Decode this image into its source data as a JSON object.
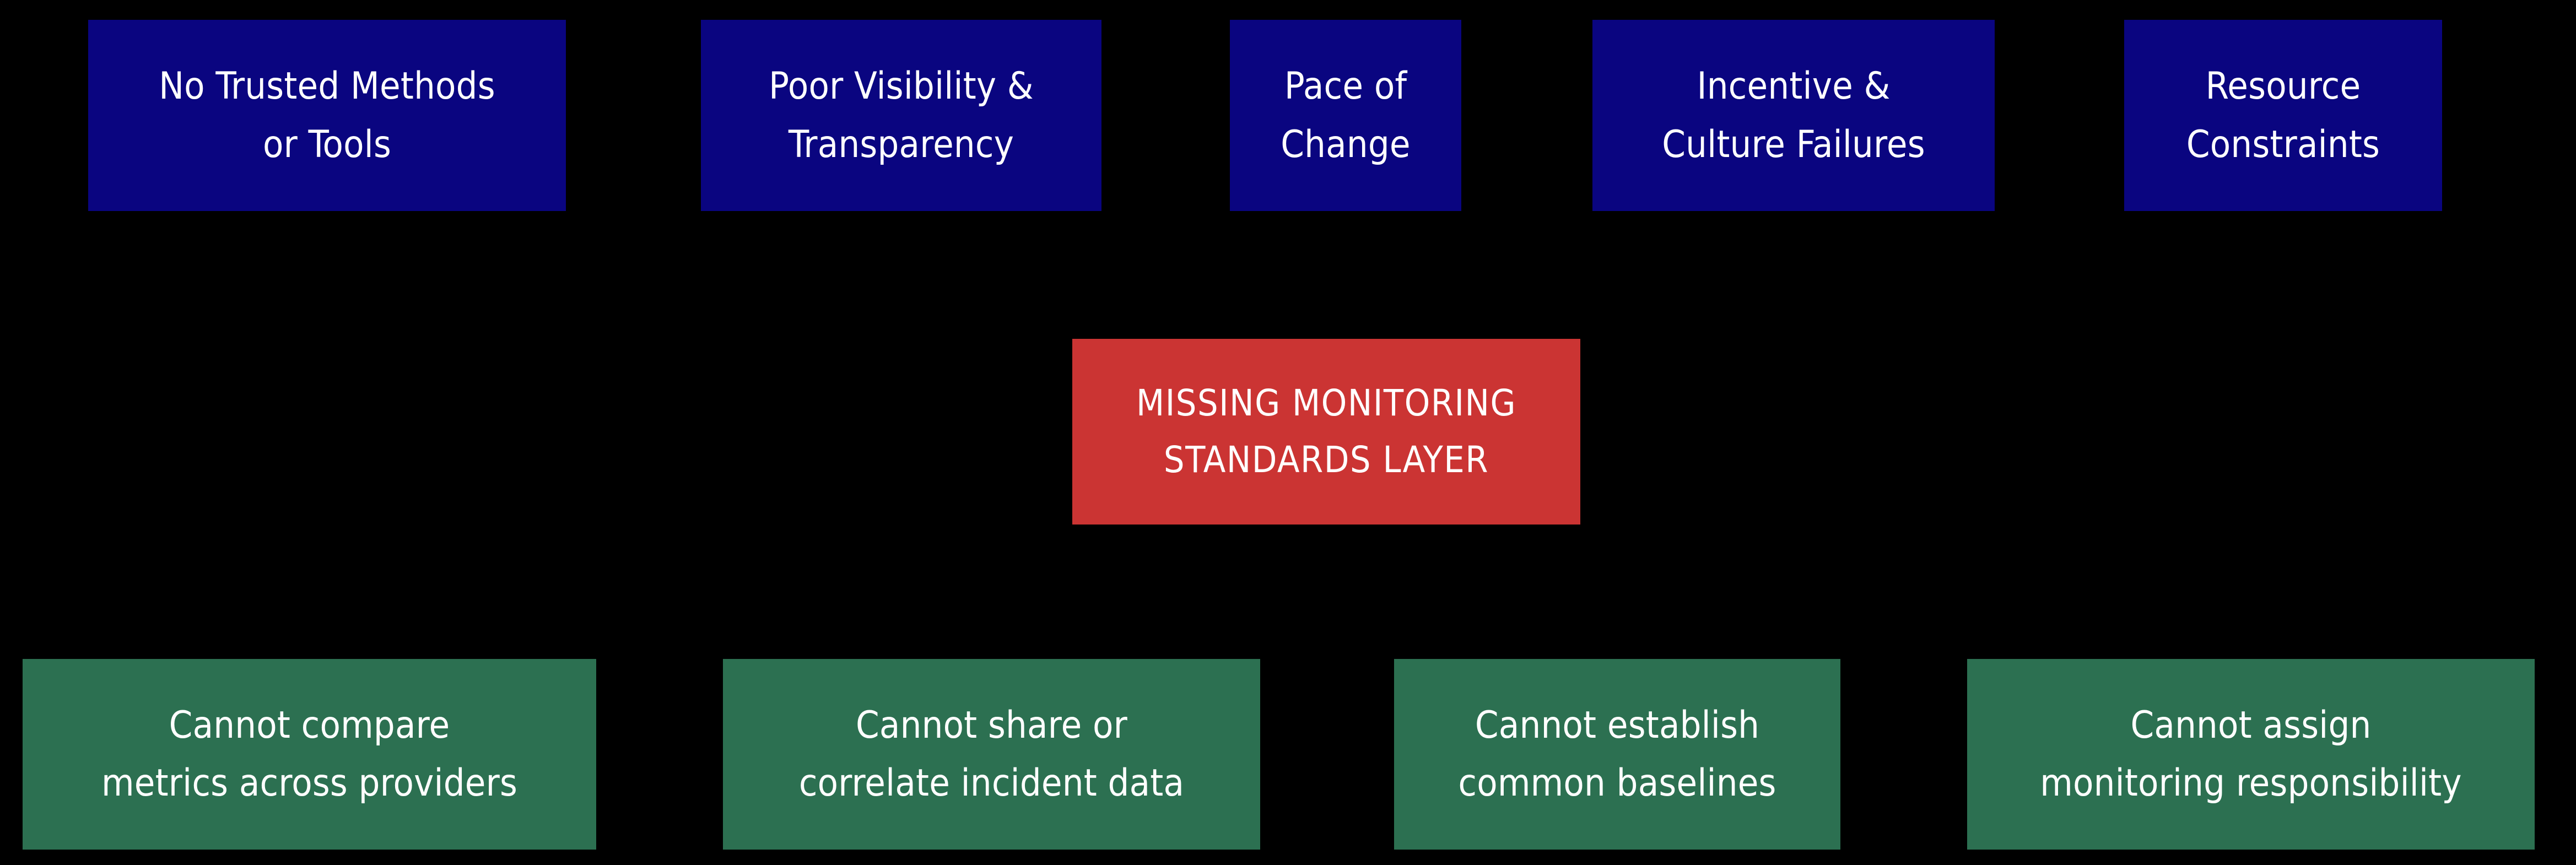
{
  "diagram": {
    "type": "cause-and-effect-block-diagram",
    "background_color": "#000000",
    "text_color": "#ffffff",
    "colors": {
      "cause": "#0a0580",
      "core": "#cb3433",
      "effect": "#2c7051"
    },
    "causes": [
      {
        "line1": "No Trusted Methods",
        "line2": "or Tools"
      },
      {
        "line1": "Poor Visibility &",
        "line2": "Transparency"
      },
      {
        "line1": "Pace of",
        "line2": "Change"
      },
      {
        "line1": "Incentive &",
        "line2": "Culture Failures"
      },
      {
        "line1": "Resource",
        "line2": "Constraints"
      }
    ],
    "core": {
      "line1": "MISSING MONITORING",
      "line2": "STANDARDS LAYER"
    },
    "effects": [
      {
        "line1": "Cannot compare",
        "line2": "metrics across providers"
      },
      {
        "line1": "Cannot share or",
        "line2": "correlate incident data"
      },
      {
        "line1": "Cannot establish",
        "line2": "common baselines"
      },
      {
        "line1": "Cannot assign",
        "line2": "monitoring responsibility"
      }
    ]
  }
}
